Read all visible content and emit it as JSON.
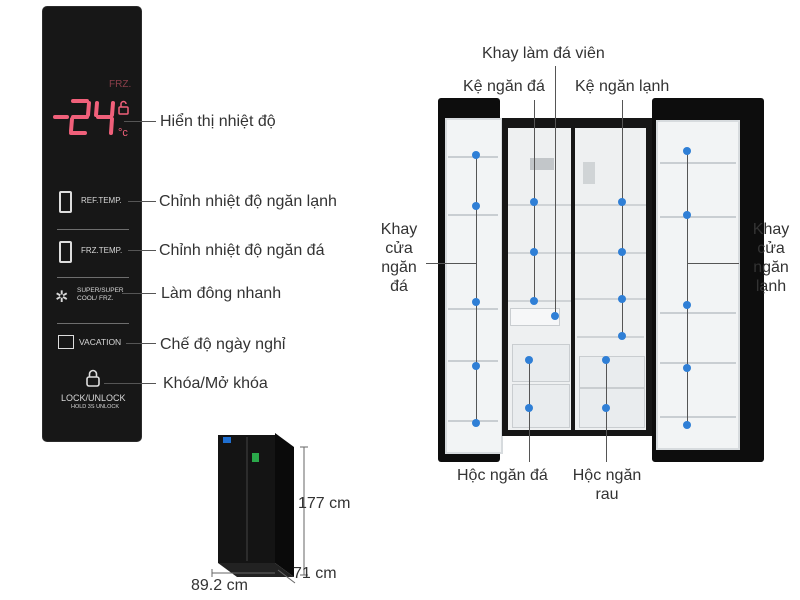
{
  "panel": {
    "mode_label": "FRZ.",
    "temp_unit": "°c",
    "buttons": [
      {
        "name": "ref-temp",
        "label": "REF.TEMP."
      },
      {
        "name": "frz-temp",
        "label": "FRZ.TEMP."
      },
      {
        "name": "super-cool",
        "label": "SUPER/SUPER COOL/ FRZ."
      },
      {
        "name": "vacation",
        "label": "VACATION"
      },
      {
        "name": "lock-unlock",
        "label": "LOCK/UNLOCK",
        "sublabel": "HOLD 3S UNLOCK"
      }
    ]
  },
  "panel_callouts": {
    "display": "Hiển thị nhiệt độ",
    "ref_temp": "Chỉnh nhiệt độ ngăn lạnh",
    "frz_temp": "Chỉnh nhiệt độ ngăn đá",
    "super": "Làm đông nhanh",
    "vacation": "Chế độ ngày nghỉ",
    "lock": "Khóa/Mở khóa"
  },
  "fridge_callouts": {
    "ice_tray": "Khay làm đá viên",
    "freezer_shelf": "Kệ ngăn đá",
    "fridge_shelf": "Kệ ngăn lạnh",
    "freezer_door_tray": "Khay cửa ngăn đá",
    "fridge_door_tray": "Khay cửa ngăn lạnh",
    "freezer_drawer": "Hộc ngăn đá",
    "veg_drawer": "Hộc ngăn rau"
  },
  "dimensions": {
    "height": "177 cm",
    "depth": "71 cm",
    "width": "89.2 cm"
  },
  "colors": {
    "marker": "#2f7fd6",
    "panel_bg": "#171717",
    "display": "#f0607a"
  }
}
